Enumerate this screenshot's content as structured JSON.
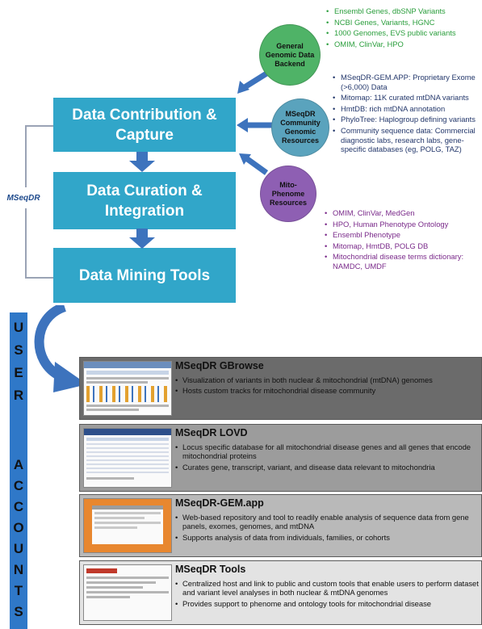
{
  "steps": {
    "contribution": "Data Contribution & Capture",
    "curation": "Data Curation & Integration",
    "mining": "Data Mining Tools"
  },
  "logo_text": "MSeqDR",
  "circles": {
    "general": "General Genomic Data Backend",
    "community": "MSeqDR Community Genomic Resources",
    "mito": "Mito-Phenome Resources"
  },
  "general_list": [
    "Ensembl Genes, dbSNP Variants",
    "NCBI Genes, Variants, HGNC",
    "1000 Genomes, EVS public variants",
    "OMIM, ClinVar, HPO"
  ],
  "community_list": [
    "MSeqDR-GEM.APP: Proprietary Exome (>6,000) Data",
    "Mitomap: 11K curated mtDNA variants",
    "HmtDB: rich mtDNA annotation",
    "PhyloTree: Haplogroup defining variants",
    "Community sequence data: Commercial diagnostic labs, research labs, gene-specific databases (eg, POLG, TAZ)"
  ],
  "mito_list": [
    "OMIM, ClinVar, MedGen",
    "HPO, Human Phenotype Ontology",
    "Ensembl Phenotype",
    "Mitomap, HmtDB, POLG DB",
    "Mitochondrial disease terms dictionary: NAMDC, UMDF"
  ],
  "user_accounts_letters": [
    "U",
    "S",
    "E",
    "R",
    "A",
    "C",
    "C",
    "O",
    "U",
    "N",
    "T",
    "S"
  ],
  "tools": [
    {
      "title": "MSeqDR GBrowse",
      "bullets": [
        "Visualization of variants in both nuclear & mitochondrial (mtDNA) genomes",
        "Hosts custom tracks for mitochondrial disease community"
      ]
    },
    {
      "title": "MSeqDR LOVD",
      "bullets": [
        "Locus specific database for all mitochondrial disease genes and all genes that encode mitochondrial proteins",
        "Curates gene, transcript, variant, and disease data relevant to mitochondria"
      ]
    },
    {
      "title": "MSeqDR-GEM.app",
      "bullets": [
        "Web-based repository and tool to readily enable analysis of sequence data from gene panels, exomes, genomes, and mtDNA",
        "Supports analysis of data from individuals, families, or cohorts"
      ]
    },
    {
      "title": "MSeqDR Tools",
      "bullets": [
        "Centralized host and link to public and custom tools that enable users to perform dataset and variant level analyses in both nuclear & mtDNA genomes",
        "Provides support to phenome and ontology tools for mitochondrial disease"
      ]
    }
  ],
  "colors": {
    "step": "#31a6c9",
    "arrow": "#3d73bd",
    "circle_general": "#4fb367",
    "circle_community": "#5aa3bd",
    "circle_mito": "#8e5fb3",
    "green_text": "#2a9e3c",
    "navy_text": "#23376b",
    "purple_text": "#7a2a8a"
  }
}
